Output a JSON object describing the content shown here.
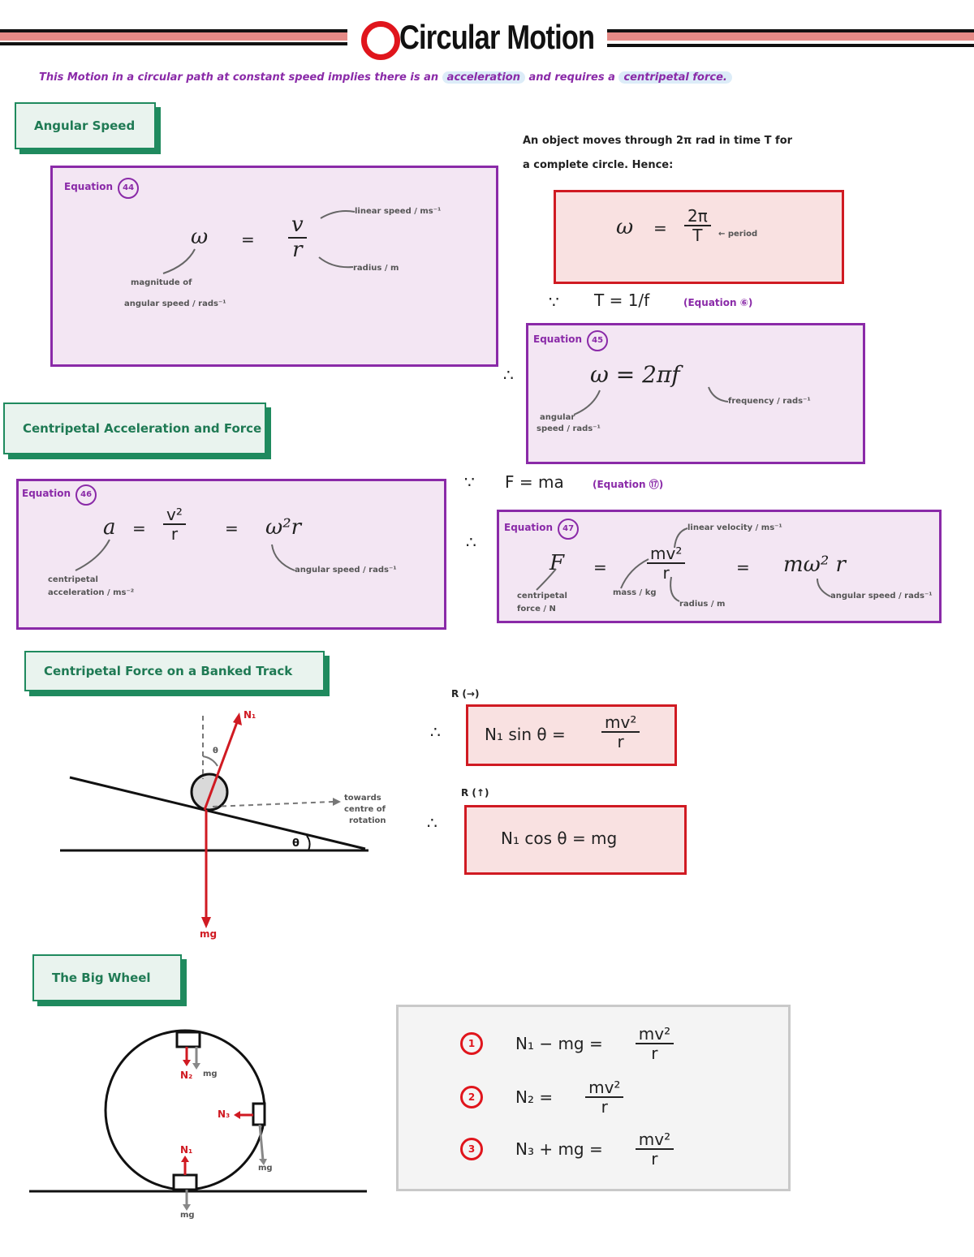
{
  "header": {
    "title": "Circular Motion",
    "colors": {
      "accent_red": "#e0151c",
      "bar_pink": "#e58a86"
    }
  },
  "intro": {
    "prefix": "This",
    "text": "Motion in a circular path at constant speed implies there is an",
    "highlight1": "acceleration",
    "mid": "and requires a",
    "highlight2": "centripetal force."
  },
  "angular_speed": {
    "tag": "Angular Speed",
    "equation_label": "Equation",
    "equation_num": "44",
    "lhs": "ω",
    "eq": "=",
    "num": "v",
    "den": "r",
    "note_v": "linear speed / ms⁻¹",
    "note_r": "radius / m",
    "note_w1": "magnitude of",
    "note_w2": "angular speed / rads⁻¹"
  },
  "period": {
    "intro1": "An object moves through 2π rad in time T for",
    "intro2": "a complete circle. Hence:",
    "lhs": "ω",
    "eq": "=",
    "num": "2π",
    "den": "T",
    "den_note": "← period",
    "because": "∵",
    "t_eq": "T = 1/f",
    "t_eq_label": "(Equation ⑥)",
    "therefore": "∴",
    "equation_label": "Equation",
    "equation_num": "45",
    "eq2": "ω = 2πf",
    "note_f": "frequency / rads⁻¹",
    "note_w1": "angular",
    "note_w2": "speed / rads⁻¹"
  },
  "centripetal": {
    "tag": "Centripetal Acceleration and Force",
    "equation_label": "Equation",
    "equation_num": "46",
    "lhs": "a",
    "eq": "=",
    "num": "v²",
    "den": "r",
    "eq2": "=",
    "rhs": "ω²r",
    "note_a1": "centripetal",
    "note_a2": "acceleration / ms⁻²",
    "note_w": "angular speed / rads⁻¹",
    "because": "∵",
    "f_eq": "F = ma",
    "f_eq_label": "(Equation ⑰)",
    "therefore": "∴",
    "equation_label2": "Equation",
    "equation_num2": "47",
    "f_lhs": "F",
    "f_num": "mv²",
    "f_den": "r",
    "f_rhs": "mω² r",
    "note_v": "linear velocity / ms⁻¹",
    "note_f1": "centripetal",
    "note_f2": "force / N",
    "note_m": "mass / kg",
    "note_r": "radius / m",
    "note_w2": "angular speed / rads⁻¹"
  },
  "banked": {
    "tag": "Centripetal Force on a Banked Track",
    "label_n1": "N₁",
    "label_theta_small": "θ",
    "label_theta": "θ",
    "label_mg": "mg",
    "label_center1": "towards",
    "label_center2": "centre of",
    "label_center3": "rotation",
    "r_label1": "R (→)",
    "therefore1": "∴",
    "eq1": "N₁ sin θ  =",
    "eq1_num": "mv²",
    "eq1_den": "r",
    "r_label2": "R (↑)",
    "therefore2": "∴",
    "eq2": "N₁ cos θ  =  mg"
  },
  "big_wheel": {
    "tag": "The Big Wheel",
    "label_n1": "N₁",
    "label_n2": "N₂",
    "label_n3": "N₃",
    "label_mg": "mg",
    "rows": [
      {
        "num": "1",
        "lhs": "N₁  −  mg   =",
        "frac_num": "mv²",
        "frac_den": "r"
      },
      {
        "num": "2",
        "lhs": "N₂   =",
        "frac_num": "mv²",
        "frac_den": "r"
      },
      {
        "num": "3",
        "lhs": "N₃  +  mg   =",
        "frac_num": "mv²",
        "frac_den": "r"
      }
    ]
  }
}
